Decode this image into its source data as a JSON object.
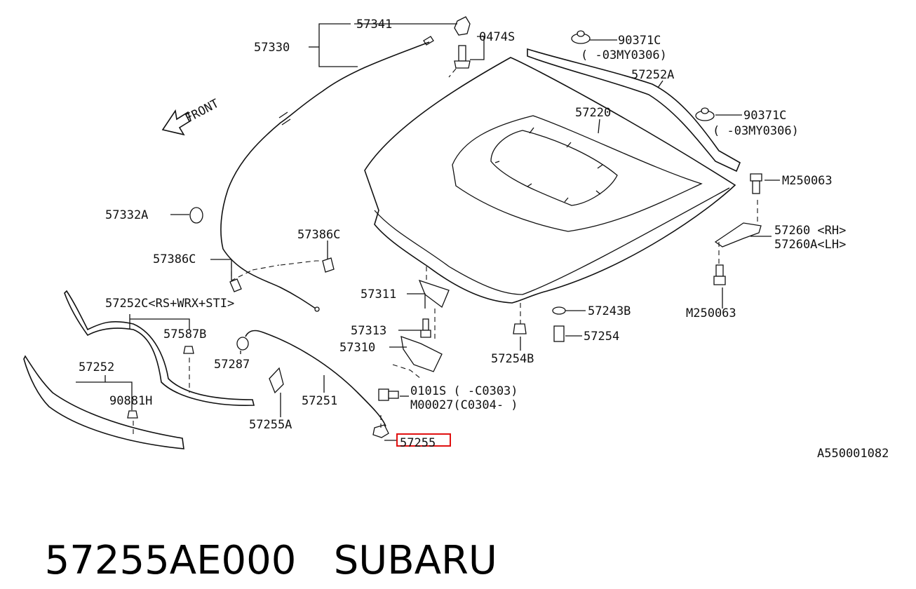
{
  "diagram_id": "A550001082",
  "front_label": "FRONT",
  "callouts": {
    "p57341": "57341",
    "p57330": "57330",
    "p0474s": "0474S",
    "p90371c_a": "90371C",
    "p90371c_a_note": "(       -03MY0306)",
    "p57252a": "57252A",
    "p57220": "57220",
    "p90371c_b": "90371C",
    "p90371c_b_note": "(       -03MY0306)",
    "pm250063_a": "M250063",
    "p57332a": "57332A",
    "p57386c_a": "57386C",
    "p57260": "57260 <RH>",
    "p57260a": "57260A<LH>",
    "p57386c_b": "57386C",
    "p57311": "57311",
    "pm250063_b": "M250063",
    "p57243b": "57243B",
    "p57252c": "57252C<RS+WRX+STI>",
    "p57587b": "57587B",
    "p57313": "57313",
    "p57254": "57254",
    "p57310": "57310",
    "p57287": "57287",
    "p57254b": "57254B",
    "p57252": "57252",
    "p0101s": "0101S  (      -C0303)",
    "pm00027": "M00027(C0304-     )",
    "p57251": "57251",
    "p90881h": "90881H",
    "p57255a": "57255A",
    "p57255": "57255"
  },
  "highlight": {
    "label": "57255",
    "color": "#e01010"
  },
  "footer": {
    "part_number": "57255AE000",
    "brand": "SUBARU"
  }
}
